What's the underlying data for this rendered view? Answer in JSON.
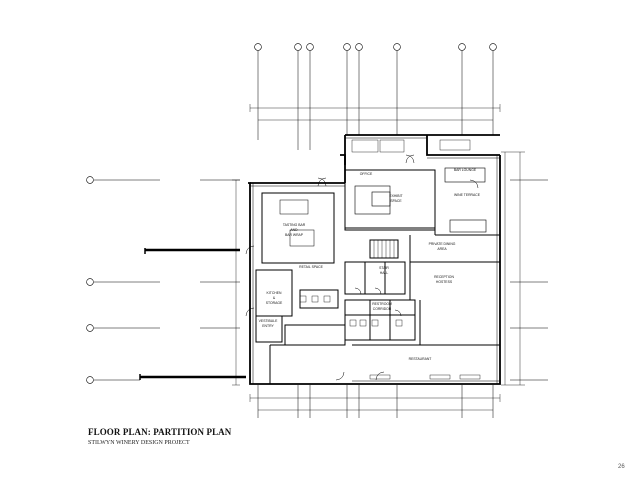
{
  "sheet": {
    "title": "FLOOR PLAN: PARTITION PLAN",
    "subtitle": "STILWYN WINERY DESIGN PROJECT",
    "page_number": "26"
  },
  "room_labels": {
    "tasting_room": [
      "TASTING BAR",
      "AND",
      "BAR WRAP"
    ],
    "retail_space": "RETAIL SPACE",
    "kitchen": [
      "KITCHEN",
      "&",
      "STORAGE"
    ],
    "bar_lounge": "BAR LOUNGE",
    "display": [
      "EXHIBIT",
      "SPACE"
    ],
    "stair": [
      "STAIR",
      "HALL"
    ],
    "restroom": [
      "RESTROOM",
      "CORRIDOR"
    ],
    "vestibule": [
      "VESTIBULE",
      "ENTRY"
    ],
    "private_dining": [
      "PRIVATE DINING",
      "AREA"
    ],
    "reception": [
      "RECEPTION",
      "HOSTESS"
    ],
    "restaurant": "RESTAURANT",
    "terrace": "WINE TERRACE",
    "office": [
      "OFFICE"
    ]
  }
}
